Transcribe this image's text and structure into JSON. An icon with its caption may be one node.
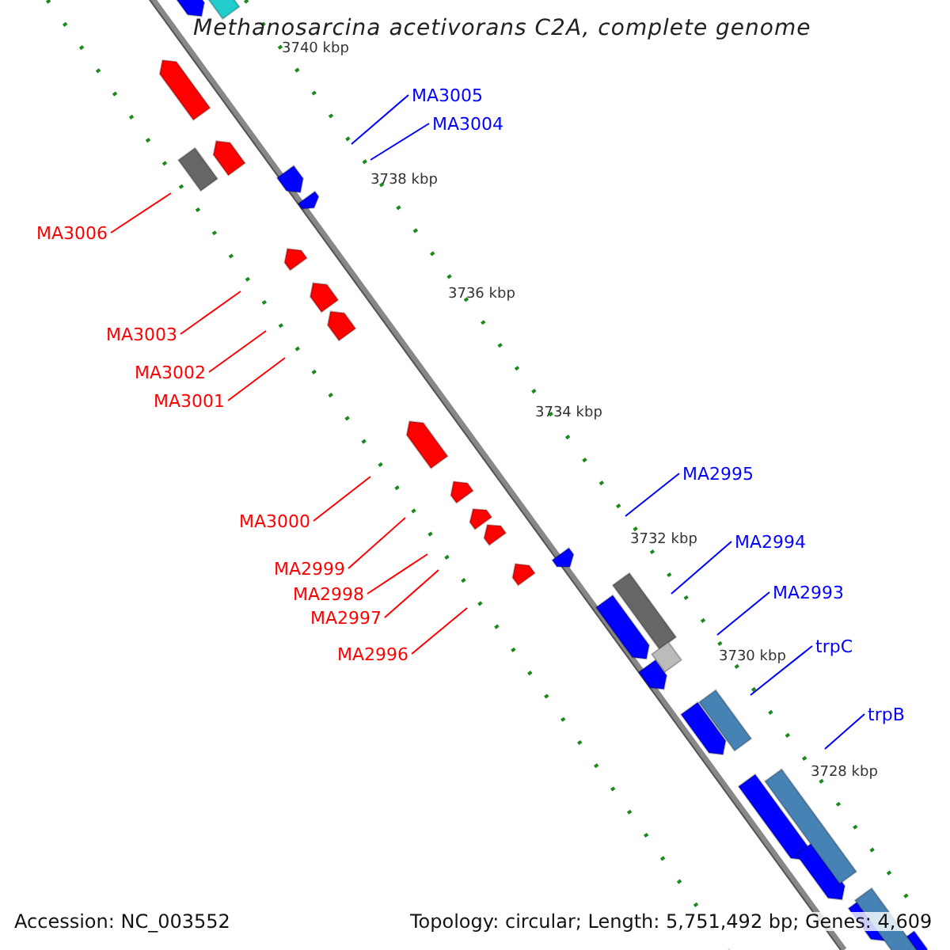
{
  "diagram": {
    "title": "Methanosarcina acetivorans C2A, complete genome",
    "nodes": [
      {
        "text": [
          "MA3005"
        ]
      },
      {
        "text": [
          "MA3004"
        ]
      },
      {
        "text": [
          "MA3006"
        ]
      },
      {
        "text": [
          "MA3003"
        ]
      },
      {
        "text": [
          "MA3002"
        ]
      },
      {
        "text": [
          "MA3001"
        ]
      },
      {
        "text": [
          "MA2995"
        ]
      },
      {
        "text": [
          "MA3000"
        ]
      },
      {
        "text": [
          "MA2994"
        ]
      },
      {
        "text": [
          "MA2999"
        ]
      },
      {
        "text": [
          "MA2993"
        ]
      },
      {
        "text": [
          "MA2998"
        ]
      },
      {
        "text": [
          "MA2997"
        ]
      },
      {
        "text": [
          "trpC"
        ]
      },
      {
        "text": [
          "MA2996"
        ]
      },
      {
        "text": [
          "trpB"
        ]
      }
    ],
    "edges": [
      {
        "from": 0,
        "to": null,
        "arrow": "none",
        "color": "#0000ff"
      },
      {
        "from": 1,
        "to": null,
        "arrow": "none",
        "color": "#0000ff"
      },
      {
        "from": 2,
        "to": null,
        "arrow": "none"
      },
      {
        "from": 3,
        "to": null,
        "arrow": "none"
      },
      {
        "from": 4,
        "to": null,
        "arrow": "none"
      },
      {
        "from": 5,
        "to": null,
        "arrow": "none"
      },
      {
        "from": 6,
        "to": null,
        "arrow": "none",
        "color": "#0000ff"
      },
      {
        "from": 7,
        "to": null,
        "arrow": "none"
      },
      {
        "from": 8,
        "to": null,
        "arrow": "none",
        "color": "#0000ff"
      },
      {
        "from": 9,
        "to": null,
        "arrow": "none"
      },
      {
        "from": 10,
        "to": null,
        "arrow": "none",
        "color": "#0000ff"
      },
      {
        "from": 11,
        "to": null,
        "arrow": "none"
      },
      {
        "from": 12,
        "to": null,
        "arrow": "none"
      },
      {
        "from": 13,
        "to": null,
        "arrow": "none",
        "color": "#0000ff"
      },
      {
        "from": 14,
        "to": null,
        "arrow": "none"
      },
      {
        "from": 15,
        "to": null,
        "arrow": "none",
        "color": "#0000ff"
      }
    ],
    "labels": [
      "3740 kbp",
      "3738 kbp",
      "3736 kbp",
      "3734 kbp",
      "3732 kbp",
      "3730 kbp",
      "3728 kbp",
      "Accession: NC_003552",
      "Topology: circular; Length: 5,751,492 bp; Genes: 4,609"
    ]
  }
}
